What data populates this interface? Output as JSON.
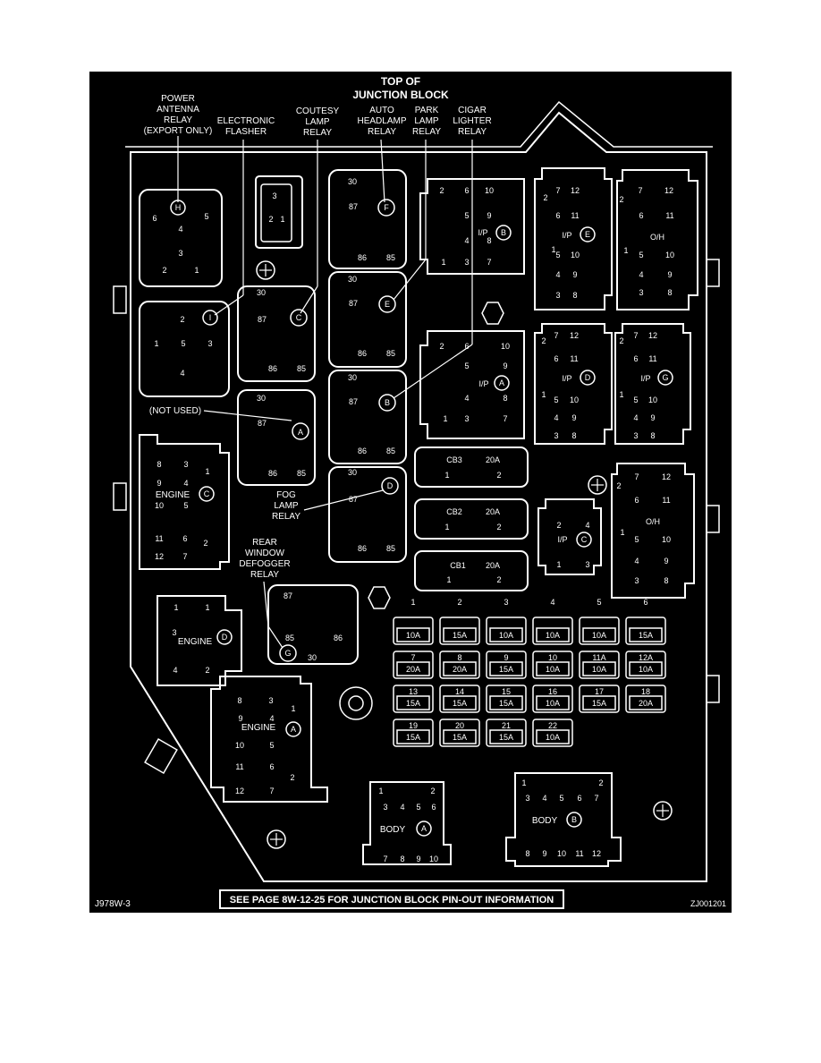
{
  "title": {
    "line1": "TOP OF",
    "line2": "JUNCTION BLOCK"
  },
  "callouts": {
    "power_antenna": [
      "POWER",
      "ANTENNA",
      "RELAY",
      "(EXPORT ONLY)"
    ],
    "electronic_flasher": [
      "ELECTRONIC",
      "FLASHER"
    ],
    "courtesy_lamp": [
      "COUTESY",
      "LAMP",
      "RELAY"
    ],
    "auto_headlamp": [
      "AUTO",
      "HEADLAMP",
      "RELAY"
    ],
    "park_lamp": [
      "PARK",
      "LAMP",
      "RELAY"
    ],
    "cigar_lighter": [
      "CIGAR",
      "LIGHTER",
      "RELAY"
    ],
    "not_used": "(NOT USED)",
    "fog_lamp": [
      "FOG",
      "LAMP",
      "RELAY"
    ],
    "rear_window": [
      "REAR",
      "WINDOW",
      "DEFOGGER",
      "RELAY"
    ]
  },
  "relay_letters": {
    "H": "H",
    "I": "I",
    "C": "C",
    "A": "A",
    "F": "F",
    "E": "E",
    "B": "B",
    "D": "D",
    "G": "G"
  },
  "relay_pins": {
    "p30": "30",
    "p87": "87",
    "p86": "86",
    "p85": "85"
  },
  "connector_labels": {
    "engine": "ENGINE",
    "ip": "I/P",
    "oh": "O/H",
    "body": "BODY"
  },
  "circuit_breakers": [
    {
      "name": "CB3",
      "rating": "20A",
      "pin1": "1",
      "pin2": "2"
    },
    {
      "name": "CB2",
      "rating": "20A",
      "pin1": "1",
      "pin2": "2"
    },
    {
      "name": "CB1",
      "rating": "20A",
      "pin1": "1",
      "pin2": "2"
    }
  ],
  "fuse_columns": [
    "1",
    "2",
    "3",
    "4",
    "5",
    "6"
  ],
  "fuses": [
    [
      {
        "n": "",
        "a": "10A"
      },
      {
        "n": "",
        "a": "15A"
      },
      {
        "n": "",
        "a": "10A"
      },
      {
        "n": "",
        "a": "10A"
      },
      {
        "n": "",
        "a": "10A"
      },
      {
        "n": "",
        "a": "15A"
      }
    ],
    [
      {
        "n": "7",
        "a": "20A"
      },
      {
        "n": "8",
        "a": "20A"
      },
      {
        "n": "9",
        "a": "15A"
      },
      {
        "n": "10",
        "a": "10A"
      },
      {
        "n": "11A",
        "a": "10A"
      },
      {
        "n": "12A",
        "a": "10A"
      }
    ],
    [
      {
        "n": "13",
        "a": "15A"
      },
      {
        "n": "14",
        "a": "15A"
      },
      {
        "n": "15",
        "a": "15A"
      },
      {
        "n": "16",
        "a": "10A"
      },
      {
        "n": "17",
        "a": "15A"
      },
      {
        "n": "18",
        "a": "20A"
      }
    ],
    [
      {
        "n": "19",
        "a": "15A"
      },
      {
        "n": "20",
        "a": "15A"
      },
      {
        "n": "21",
        "a": "15A"
      },
      {
        "n": "22",
        "a": "10A"
      }
    ]
  ],
  "footer": {
    "figure_id": "J978W-3",
    "note": "SEE PAGE 8W-12-25 FOR JUNCTION BLOCK PIN-OUT INFORMATION",
    "code": "ZJ001201"
  }
}
